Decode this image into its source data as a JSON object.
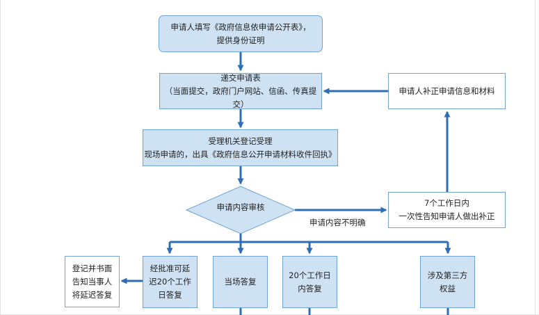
{
  "nodes": {
    "apply": [
      "申请人填写《政府信息依申请公开表》，",
      "提供身份证明"
    ],
    "submit": [
      "递交申请表",
      "（当面提交，政府门户网站、信函、传真提交）"
    ],
    "register": [
      "受理机关登记受理",
      "现场申请的，出具《政府信息公开申请材料收件回执》"
    ],
    "review": "申请内容审核",
    "supplement": "申请人补正申请信息和材料",
    "notify": [
      "7个工作日内",
      "一次性告知申请人做出补正"
    ],
    "notify_delay": [
      "登记并书面",
      "告知当事人",
      "将延迟答复"
    ],
    "approved_delay": [
      "经批准可延",
      "迟20个工作",
      "日答复"
    ],
    "onsite": "当场答复",
    "twenty_days": [
      "20个工作日",
      "内答复"
    ],
    "third_party": [
      "涉及第三方",
      "权益"
    ]
  },
  "edge_labels": {
    "unclear": "申请内容不明确"
  },
  "colors": {
    "box_fill": "#cfe2f4",
    "box_border": "#6fa3d3",
    "arrow": "#2e6db4"
  }
}
